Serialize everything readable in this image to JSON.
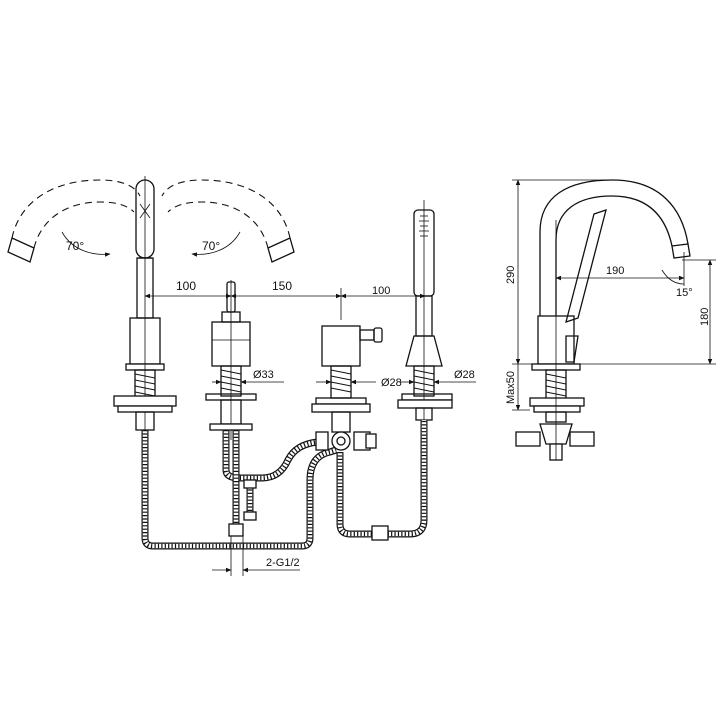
{
  "labels": {
    "angle_left": "70°",
    "angle_right": "70°",
    "dim_spout_to_mixer": "100",
    "dim_mixer_to_diverter": "150",
    "dim_diverter_to_handshower": "100",
    "dia_mixer": "Ø33",
    "dia_diverter": "Ø28",
    "dia_handshower": "Ø28",
    "inlet_thread": "2-G1/2",
    "side_height_total": "290",
    "side_reach": "190",
    "side_angle": "15°",
    "side_outlet_height": "180",
    "side_max_deck": "Max50"
  }
}
